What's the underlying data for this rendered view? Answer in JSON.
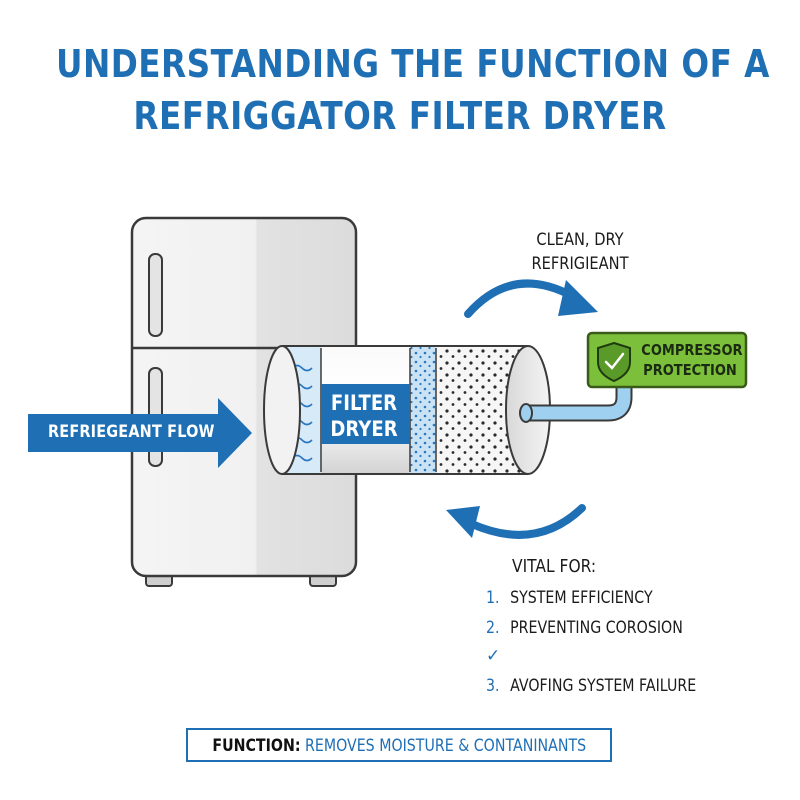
{
  "title": {
    "line1": "UNDERSTANDING THE FUNCTION OF A",
    "line2": "REFRIGGATOR FILTER DRYER"
  },
  "labels": {
    "refrigerant_flow": "REFRIEGEANT FLOW",
    "filter_line1": "FILTER",
    "filter_line2": "DRYER",
    "clean_line1": "CLEAN, DRY",
    "clean_line2": "REFRIGIEANT",
    "compressor_line1": "COMPRESSOR",
    "compressor_line2": "PROTECTION"
  },
  "vital": {
    "heading": "VITAL FOR:",
    "items": [
      {
        "num": "1.",
        "text": "SYSTEM EFFICIENCY"
      },
      {
        "num": "2.",
        "text": "PREVENTING COROSION"
      },
      {
        "num": "3.",
        "text": "AVOFING SYSTEM FAILURE"
      }
    ],
    "check": "✓"
  },
  "function_box": {
    "key": "FUNCTION:",
    "value": "REMOVES MOISTURE & CONTANINANTS"
  },
  "colors": {
    "accent_blue": "#1f6fb5",
    "shield_green": "#7cbf3a",
    "fridge_body": "#ececec",
    "outline": "#3a3a3a"
  },
  "icons": {
    "shield": "shield-check-icon",
    "arrow": "arrow-right-icon",
    "curved_arrow": "curved-arrow-icon",
    "check": "checkmark-icon"
  }
}
